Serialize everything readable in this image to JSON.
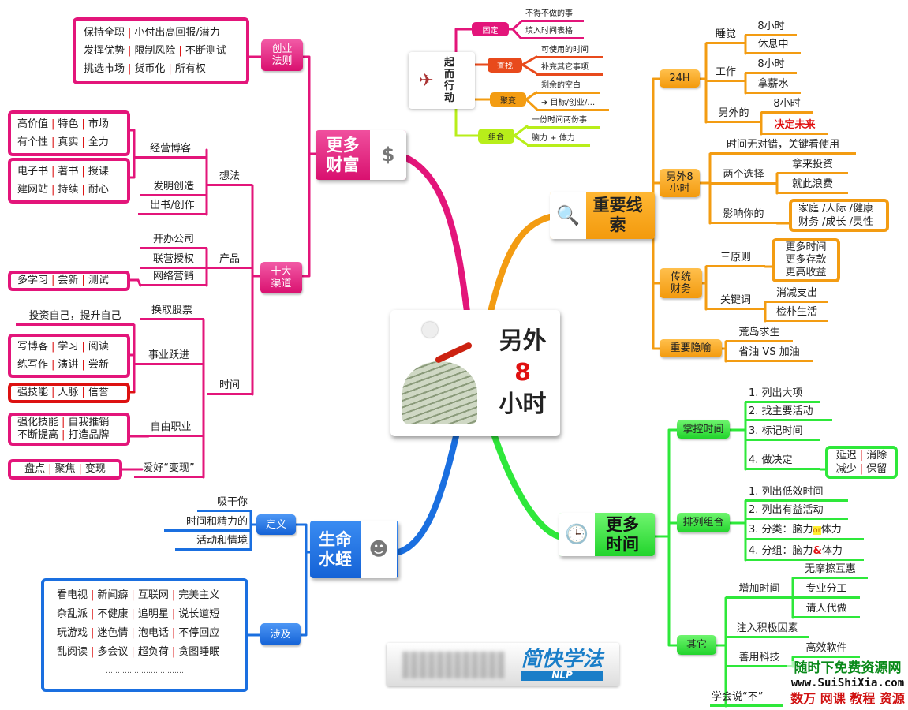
{
  "center": {
    "line1": "另外",
    "line2": "8",
    "line3": "小时",
    "icon": "businessman-surfing-money-icon"
  },
  "colors": {
    "pink": "#e3157a",
    "orange": "#f39c12",
    "green": "#2ee83a",
    "blue": "#1a6fe0",
    "red": "#e01010"
  },
  "wealth": {
    "title": "更多财富",
    "icon": "money-figure-icon",
    "rules": {
      "label": "创业法则",
      "rows": [
        "保持全职 | 小付出高回报/潜力",
        "发挥优势 | 限制风险 | 不断测试",
        "挑选市场 | 货币化 | 所有权"
      ]
    },
    "channels": {
      "label": "十大渠道",
      "ideas": {
        "label": "想法",
        "blog": "经营博客",
        "blog_box1": [
          "高价值 | 特色 | 市场",
          "有个性 | 真实 | 全力"
        ],
        "blog_box2": [
          "电子书 | 著书 | 授课",
          "建网站 | 持续 | 耐心"
        ],
        "invent": "发明创造",
        "book": "出书/创作"
      },
      "product": {
        "label": "产品",
        "company": "开办公司",
        "franchise": "联营授权",
        "online": "网络营销",
        "online_box": "多学习 | 尝新 | 测试"
      },
      "time": {
        "label": "时间",
        "stock": "换取股票",
        "career": "事业跃进",
        "invest_self": "投资自己，提升自己",
        "career_box": [
          "写博客 | 学习 | 阅读",
          "练写作 | 演讲 | 尝新"
        ],
        "career_red_box": "强技能 | 人脉 | 信誉",
        "freelance": "自由职业",
        "freelance_box": [
          "强化技能 | 自我推销",
          "不断提高 | 打造品牌"
        ],
        "hobby": "爱好“变现”",
        "hobby_box": "盘点 | 聚焦 | 变现"
      }
    }
  },
  "action": {
    "title": "起而行动",
    "icon": "flying-figure-icon",
    "items": [
      {
        "label": "固定",
        "subs": [
          "不得不做的事",
          "填入时间表格"
        ]
      },
      {
        "label": "查找",
        "subs": [
          "可使用的时间",
          "补充其它事项"
        ]
      },
      {
        "label": "聚变",
        "subs": [
          "剩余的空白",
          "➔ 目标/创业/…"
        ]
      },
      {
        "label": "组合",
        "subs": [
          "一份时间两份事",
          "脑力 + 体力"
        ]
      }
    ]
  },
  "clues": {
    "title": "重要线索",
    "icon": "magnifier-figure-icon",
    "h24": {
      "label": "24H",
      "sleep": "睡觉",
      "sleep_subs": [
        "8小时",
        "休息中"
      ],
      "work": "工作",
      "work_subs": [
        "8小时",
        "拿薪水"
      ],
      "other": "另外的",
      "other_subs": [
        "8小时",
        "决定未来"
      ]
    },
    "extra8": {
      "label": "另外8小时",
      "no_right_wrong": "时间无对错，关键看使用",
      "two_choices": "两个选择",
      "choices": [
        "拿来投资",
        "就此浪费"
      ],
      "affects": "影响你的",
      "affects_box": [
        "家庭 /人际 /健康",
        "财务 /成长 /灵性"
      ]
    },
    "finance": {
      "label": "传统财务",
      "three": "三原则",
      "three_box": [
        "更多时间",
        "更多存款",
        "更高收益"
      ],
      "keywords": "关键词",
      "keyword_subs": [
        "消减支出",
        "检朴生活"
      ]
    },
    "metaphor": {
      "label": "重要隐喻",
      "subs": [
        "荒岛求生",
        "省油 VS 加油"
      ]
    }
  },
  "more_time": {
    "title": "更多时间",
    "icon": "clock-icon",
    "control": {
      "label": "掌控时间",
      "steps": [
        "1. 列出大项",
        "2. 找主要活动",
        "3. 标记时间",
        "4. 做决定"
      ],
      "decide_box": [
        "延迟 | 消除",
        "减少 | 保留"
      ]
    },
    "arrange": {
      "label": "排列组合",
      "steps": [
        "1. 列出低效时间",
        "2. 列出有益活动",
        "3. 分类：脑力",
        "or",
        "体力",
        "4. 分组：脑力",
        "&",
        "体力"
      ]
    },
    "other": {
      "label": "其它",
      "add_time": "增加时间",
      "add_subs": [
        "无摩擦互惠",
        "专业分工",
        "请人代做"
      ],
      "positive": "注入积极因素",
      "tech": "善用科技",
      "tech_sub": "高效软件",
      "say_no": "学会说“不”"
    }
  },
  "leech": {
    "title": "生命水蛭",
    "icon": "figure-icon",
    "define": {
      "label": "定义",
      "lines": [
        "吸干你",
        "时间和精力的",
        "活动和情境"
      ]
    },
    "involves": {
      "label": "涉及",
      "rows": [
        "看电视 | 新闻癖 | 互联网 | 完美主义",
        "杂乱派 | 不健康 | 追明星 | 说长道短",
        "玩游戏 | 迷色情 | 泡电话 | 不停回应",
        "乱阅读 | 多会议 | 超负荷 | 贪图睡眠"
      ],
      "more": "……………………………"
    }
  },
  "logo": {
    "text": "简快学法",
    "sub": "NLP"
  },
  "watermark": {
    "line1": "随时下免费资源网",
    "line2": "www.SuiShiXia.com",
    "line3": "数万 网课 教程 资源"
  }
}
